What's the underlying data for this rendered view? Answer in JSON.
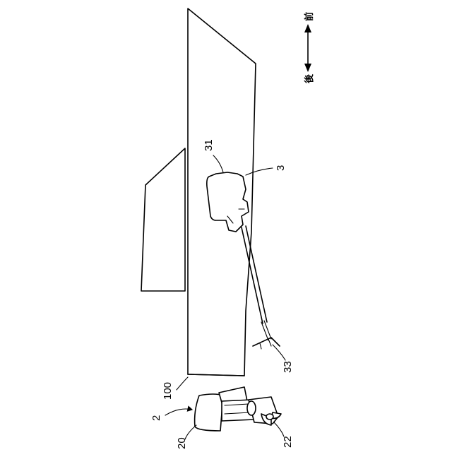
{
  "figure": {
    "labels": {
      "outboard_motor": "2",
      "steering_unit": "3",
      "engine_cover": "20",
      "propeller": "22",
      "steering_body": "31",
      "foot_pedal": "33",
      "hull": "100"
    },
    "direction": {
      "front": "前",
      "rear": "後"
    }
  }
}
